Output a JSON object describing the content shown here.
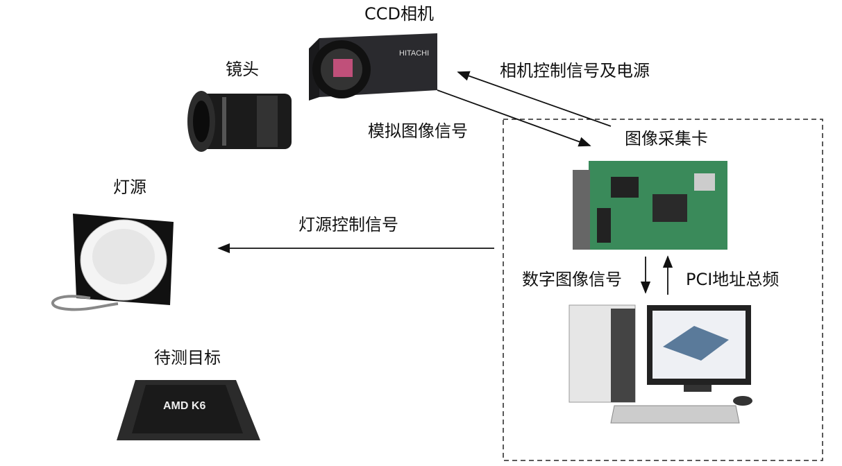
{
  "labels": {
    "ccd_camera": "CCD相机",
    "lens": "镜头",
    "camera_control": "相机控制信号及电源",
    "analog_signal": "模拟图像信号",
    "capture_card": "图像采集卡",
    "light_source": "灯源",
    "light_control": "灯源控制信号",
    "digital_signal": "数字图像信号",
    "pci_bus": "PCI地址总频",
    "target": "待测目标"
  },
  "logos": {
    "camera_brand": "HITACHI",
    "chip_brand": "AMD K6"
  },
  "colors": {
    "line": "#111111",
    "board": "#3a8a5a",
    "sensor": "#c0507a"
  }
}
